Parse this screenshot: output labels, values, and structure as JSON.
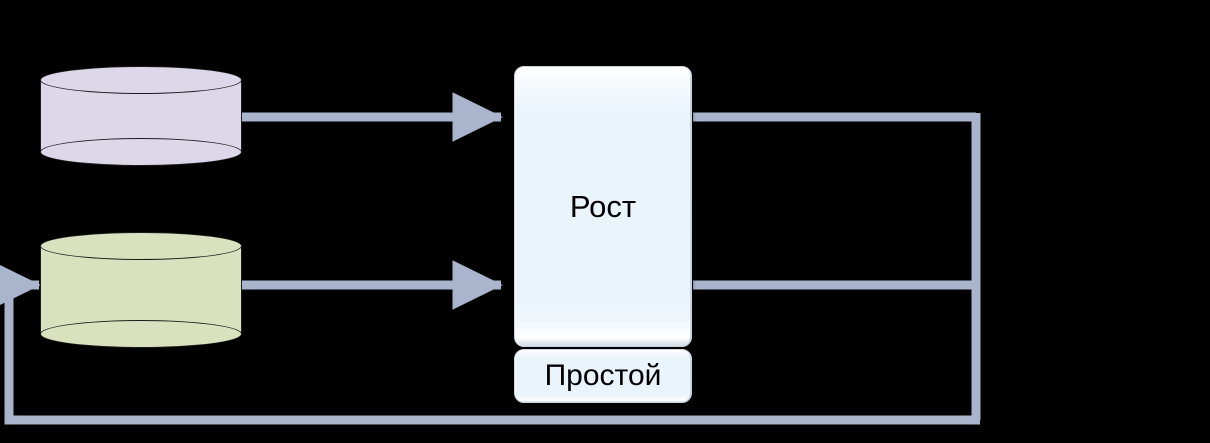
{
  "diagram": {
    "type": "flow-diagram",
    "background_color": "#000000",
    "connector_color": "#A9B5CC",
    "nodes": [
      {
        "id": "source-purple",
        "shape": "cylinder",
        "label": "",
        "fill": "#DED7E9",
        "stroke": "#1C1C1C"
      },
      {
        "id": "source-green",
        "shape": "cylinder",
        "label": "",
        "fill": "#D8E2BE",
        "stroke": "#1C1C1C"
      },
      {
        "id": "process-rost",
        "shape": "rounded-rect",
        "label": "Рост",
        "fill": "#EAF4FB",
        "text_color": "#000000"
      },
      {
        "id": "process-prostoy",
        "shape": "rounded-rect",
        "label": "Простой",
        "fill": "#EAF4FB",
        "text_color": "#000000"
      }
    ],
    "connectors": [
      {
        "id": "purple-to-rost",
        "from": "source-purple",
        "to": "process-rost",
        "arrowhead": "end"
      },
      {
        "id": "green-to-rost",
        "from": "source-green",
        "to": "process-rost",
        "arrowhead": "end"
      },
      {
        "id": "rost-top-out",
        "from": "process-rost",
        "to": "feedback-bus",
        "arrowhead": "none"
      },
      {
        "id": "rost-bottom-out",
        "from": "process-rost",
        "to": "feedback-bus",
        "arrowhead": "none"
      },
      {
        "id": "feedback-to-green",
        "from": "feedback-bus",
        "to": "source-green",
        "arrowhead": "end"
      }
    ]
  }
}
